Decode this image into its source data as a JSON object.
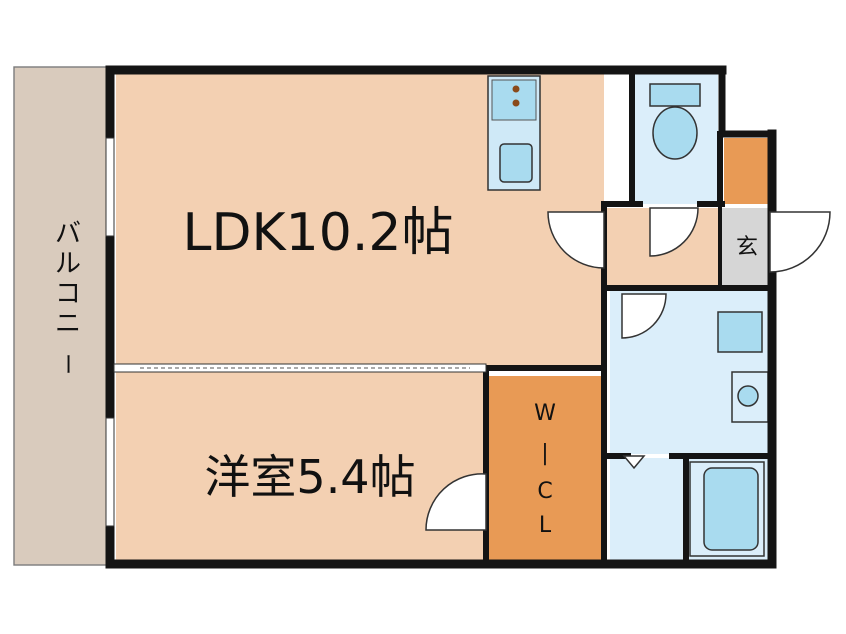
{
  "floorplan": {
    "rooms": {
      "ldk": "LDK10.2帖",
      "western": "洋室5.4帖",
      "wcl_lines": [
        "W",
        "|",
        "C",
        "L"
      ],
      "entrance": "玄",
      "balcony_chars": [
        "バ",
        "ル",
        "コ",
        "ニ",
        "ー"
      ]
    },
    "colors": {
      "room_fill": "#f3d0b2",
      "closet_fill": "#e89a55",
      "wet_area_fill": "#dbeefa",
      "fixture_fill": "#a9dbef",
      "balcony_fill": "#d9cbbd",
      "entrance_fill": "#d6d6d6",
      "wall": "#141414"
    }
  }
}
